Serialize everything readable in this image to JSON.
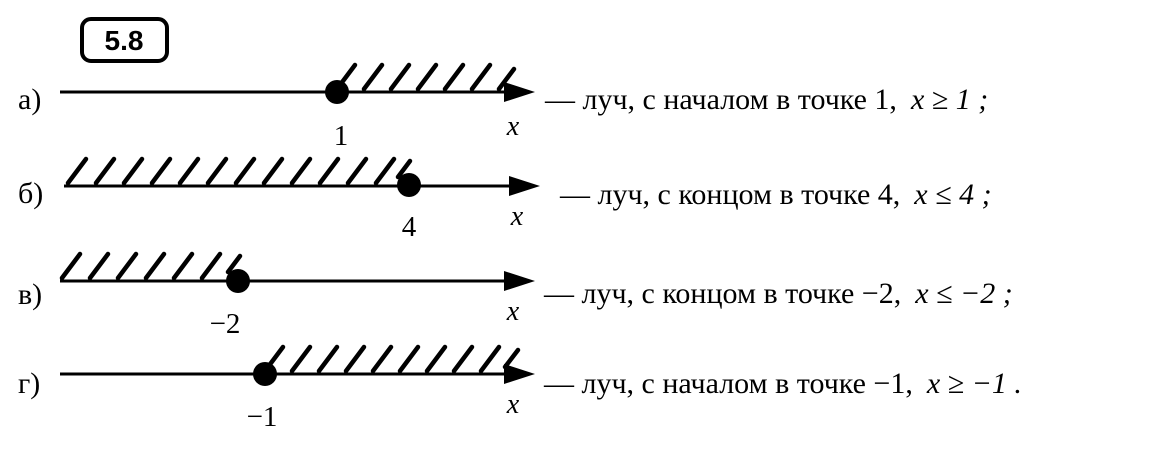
{
  "badge": "5.8",
  "axis_var": "x",
  "rows": [
    {
      "label": "а)",
      "point_label": "1",
      "point_value": 1,
      "direction": "right",
      "description": "— луч, с началом в точке 1,",
      "inequality": "x ≥ 1 ;"
    },
    {
      "label": "б)",
      "point_label": "4",
      "point_value": 4,
      "direction": "left",
      "description": "— луч, с концом в точке 4,",
      "inequality": "x ≤ 4 ;"
    },
    {
      "label": "в)",
      "point_label": "−2",
      "point_value": -2,
      "direction": "left",
      "description": "— луч, с концом в точке −2,",
      "inequality": "x ≤ −2 ;"
    },
    {
      "label": "г)",
      "point_label": "−1",
      "point_value": -1,
      "direction": "right",
      "description": "— луч, с началом в точке −1,",
      "inequality": "x ≥ −1 ."
    }
  ],
  "colors": {
    "ink": "#000000",
    "background": "#ffffff"
  }
}
